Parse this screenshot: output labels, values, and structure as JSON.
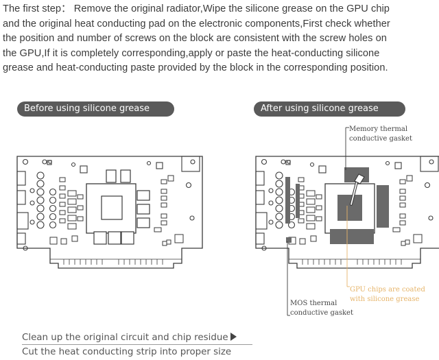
{
  "intro": {
    "lines": [
      "The first step： Remove the original radiator,Wipe the silicone grease on the GPU chip",
      "and the original heat conducting pad on the electronic components,First check whether",
      "the position and number of screws on the block are consistent with the screw holes on",
      "the GPU,If it is completely corresponding,apply or paste the heat-conducting silicone",
      "grease and heat-conducting paste provided by the block in the corresponding position."
    ]
  },
  "labels": {
    "before": "Before using silicone grease",
    "after": "After using silicone grease"
  },
  "callouts": {
    "memory": [
      "Memory thermal",
      "conductive gasket"
    ],
    "gpu": [
      "GPU chips are coated",
      "with silicone grease"
    ],
    "mos": [
      "MOS thermal",
      "conductive gasket"
    ]
  },
  "steps": [
    "Clean up the original circuit and chip residue",
    "Cut the heat conducting strip into proper size"
  ],
  "colors": {
    "line": "#3a3a3a",
    "pad": "#6a6a6a",
    "gpu_callout": "#e6b469",
    "pill": "#5a5a5a"
  }
}
